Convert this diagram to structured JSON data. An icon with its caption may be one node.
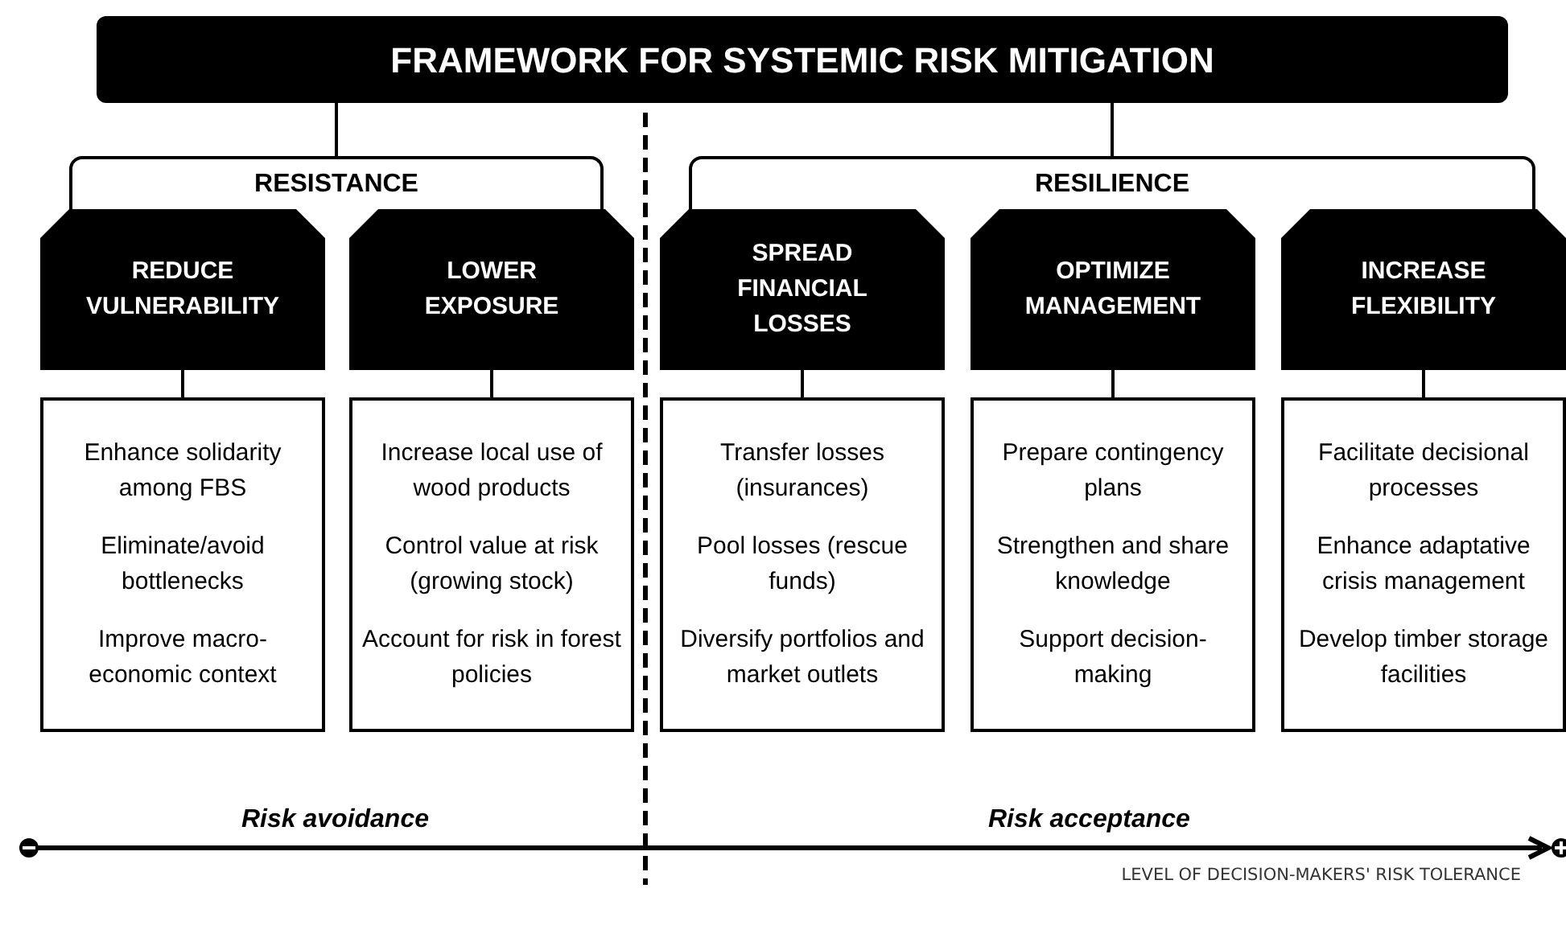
{
  "diagram": {
    "nodes": [
      {
        "text": [
          "FRAMEWORK FOR SYSTEMIC RISK MITIGATION"
        ]
      },
      {
        "text": [
          "RESISTANCE"
        ]
      },
      {
        "text": [
          "RESILIENCE"
        ]
      },
      {
        "text": [
          "REDUCE VULNERABILITY"
        ]
      },
      {
        "text": [
          "LOWER EXPOSURE"
        ]
      },
      {
        "text": [
          "SPREAD FINANCIAL LOSSES"
        ]
      },
      {
        "text": [
          "OPTIMIZE MANAGEMENT"
        ]
      },
      {
        "text": [
          "INCREASE FLEXIBILITY"
        ]
      },
      {
        "text": [
          "Enhance solidarity among FBS",
          "Eliminate/avoid bottlenecks",
          "Improve macro-economic context"
        ]
      },
      {
        "text": [
          "Increase local use of wood products",
          "Control value at risk (growing stock)",
          "Account for risk in forest policies"
        ]
      },
      {
        "text": [
          "Transfer losses (insurances)",
          "Pool losses (rescue funds)",
          "Diversify portfolios and market outlets"
        ]
      },
      {
        "text": [
          "Prepare contingency plans",
          "Strengthen and share knowledge",
          "Support decision-making"
        ]
      },
      {
        "text": [
          "Facilitate decisional processes",
          "Enhance adaptative crisis management",
          "Develop timber storage facilities"
        ]
      }
    ],
    "edges": [
      {
        "from": 0,
        "to": 1,
        "arrow": "none"
      },
      {
        "from": 0,
        "to": 2,
        "arrow": "none"
      },
      {
        "from": 3,
        "to": 8,
        "arrow": "none"
      },
      {
        "from": 4,
        "to": 9,
        "arrow": "none"
      },
      {
        "from": 5,
        "to": 10,
        "arrow": "none"
      },
      {
        "from": 6,
        "to": 11,
        "arrow": "none"
      },
      {
        "from": 7,
        "to": 12,
        "arrow": "none"
      }
    ],
    "labels": [
      "Risk avoidance",
      "Risk acceptance",
      "LEVEL OF DECISION-MAKERS' RISK TOLERANCE"
    ]
  }
}
